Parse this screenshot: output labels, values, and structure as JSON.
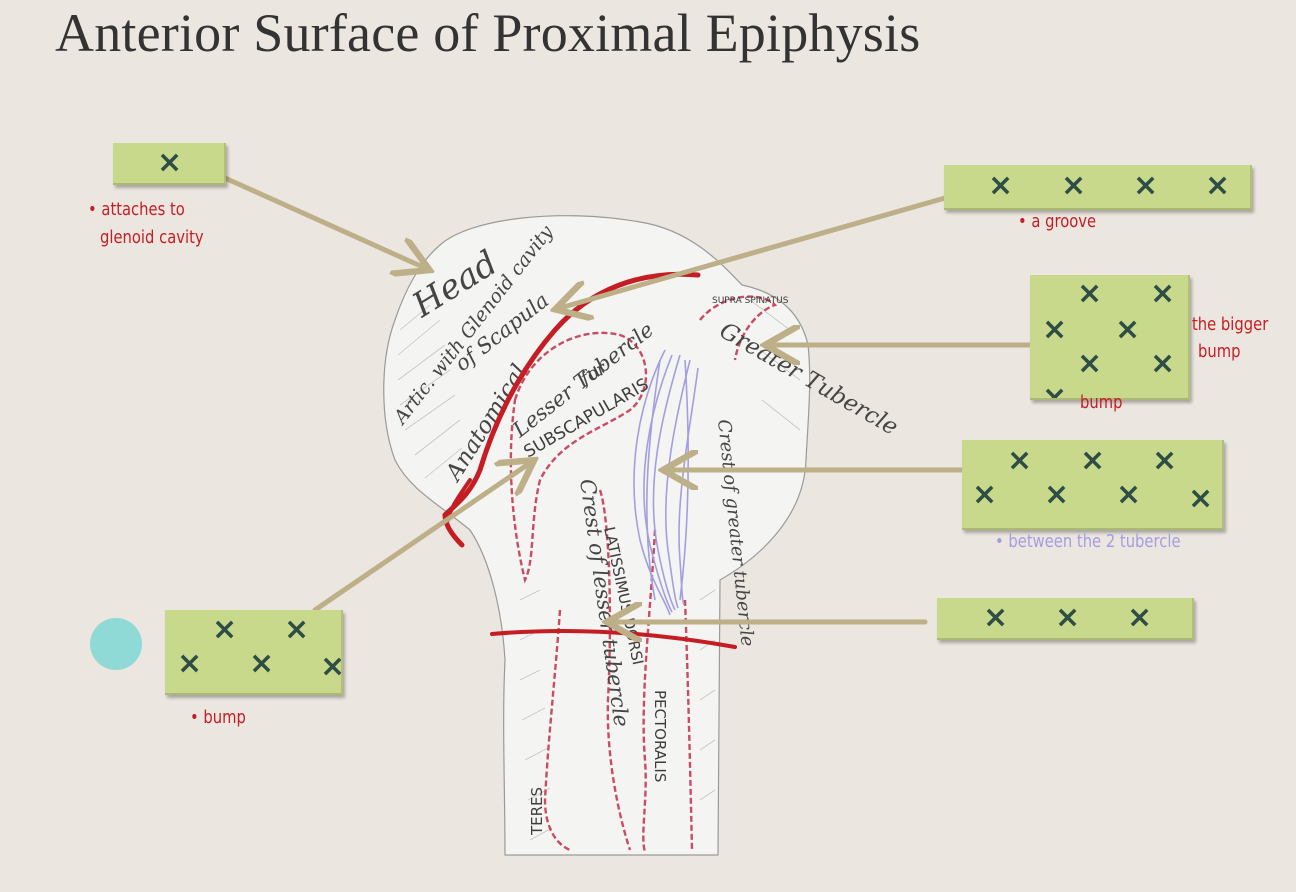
{
  "slide": {
    "title": "Anterior Surface of Proximal Epiphysis"
  },
  "diagram_labels": {
    "head": "Head",
    "artic": "Artic. with Glenoid cavity",
    "of_scapula": "of Scapula",
    "anatomical": "Anatomical",
    "lesser_tubercle": "Lesser Tubercle",
    "for": "for",
    "subscapularis": "SUBSCAPULARIS",
    "supraspinatus": "SUPRA SPINATUS",
    "greater_tubercle": "Greater Tubercle",
    "crest_greater": "Crest of greater tubercle",
    "crest_lesser": "Crest of lesser tubercle",
    "latissimus": "LATISSIMUS DORSI",
    "teres": "TERES",
    "pectoralis": "PECTORALIS"
  },
  "label_boxes": [
    {
      "id": "head",
      "mask": "×",
      "note": "• attaches to\nglenoid cavity"
    },
    {
      "id": "groove",
      "mask": "× × × ×",
      "note": "• a groove"
    },
    {
      "id": "greater",
      "mask": "×××××××",
      "note": "the bigger\nbump",
      "note_extra": "bump"
    },
    {
      "id": "intertubercular",
      "mask": "× × × × × × ×",
      "note": "• between the 2 tubercle"
    },
    {
      "id": "crest",
      "mask": "× × ×",
      "note": ""
    },
    {
      "id": "lesser",
      "mask": "× × × × ×",
      "note": "• bump"
    }
  ],
  "colors": {
    "background": "#ece6e0",
    "box_fill": "#c8d98c",
    "x_mark": "#2d4d45",
    "arrow": "#bdb088",
    "annotation_red": "#c41e24",
    "annotation_purple": "#a39ee0",
    "bullet": "#8fdad6"
  }
}
